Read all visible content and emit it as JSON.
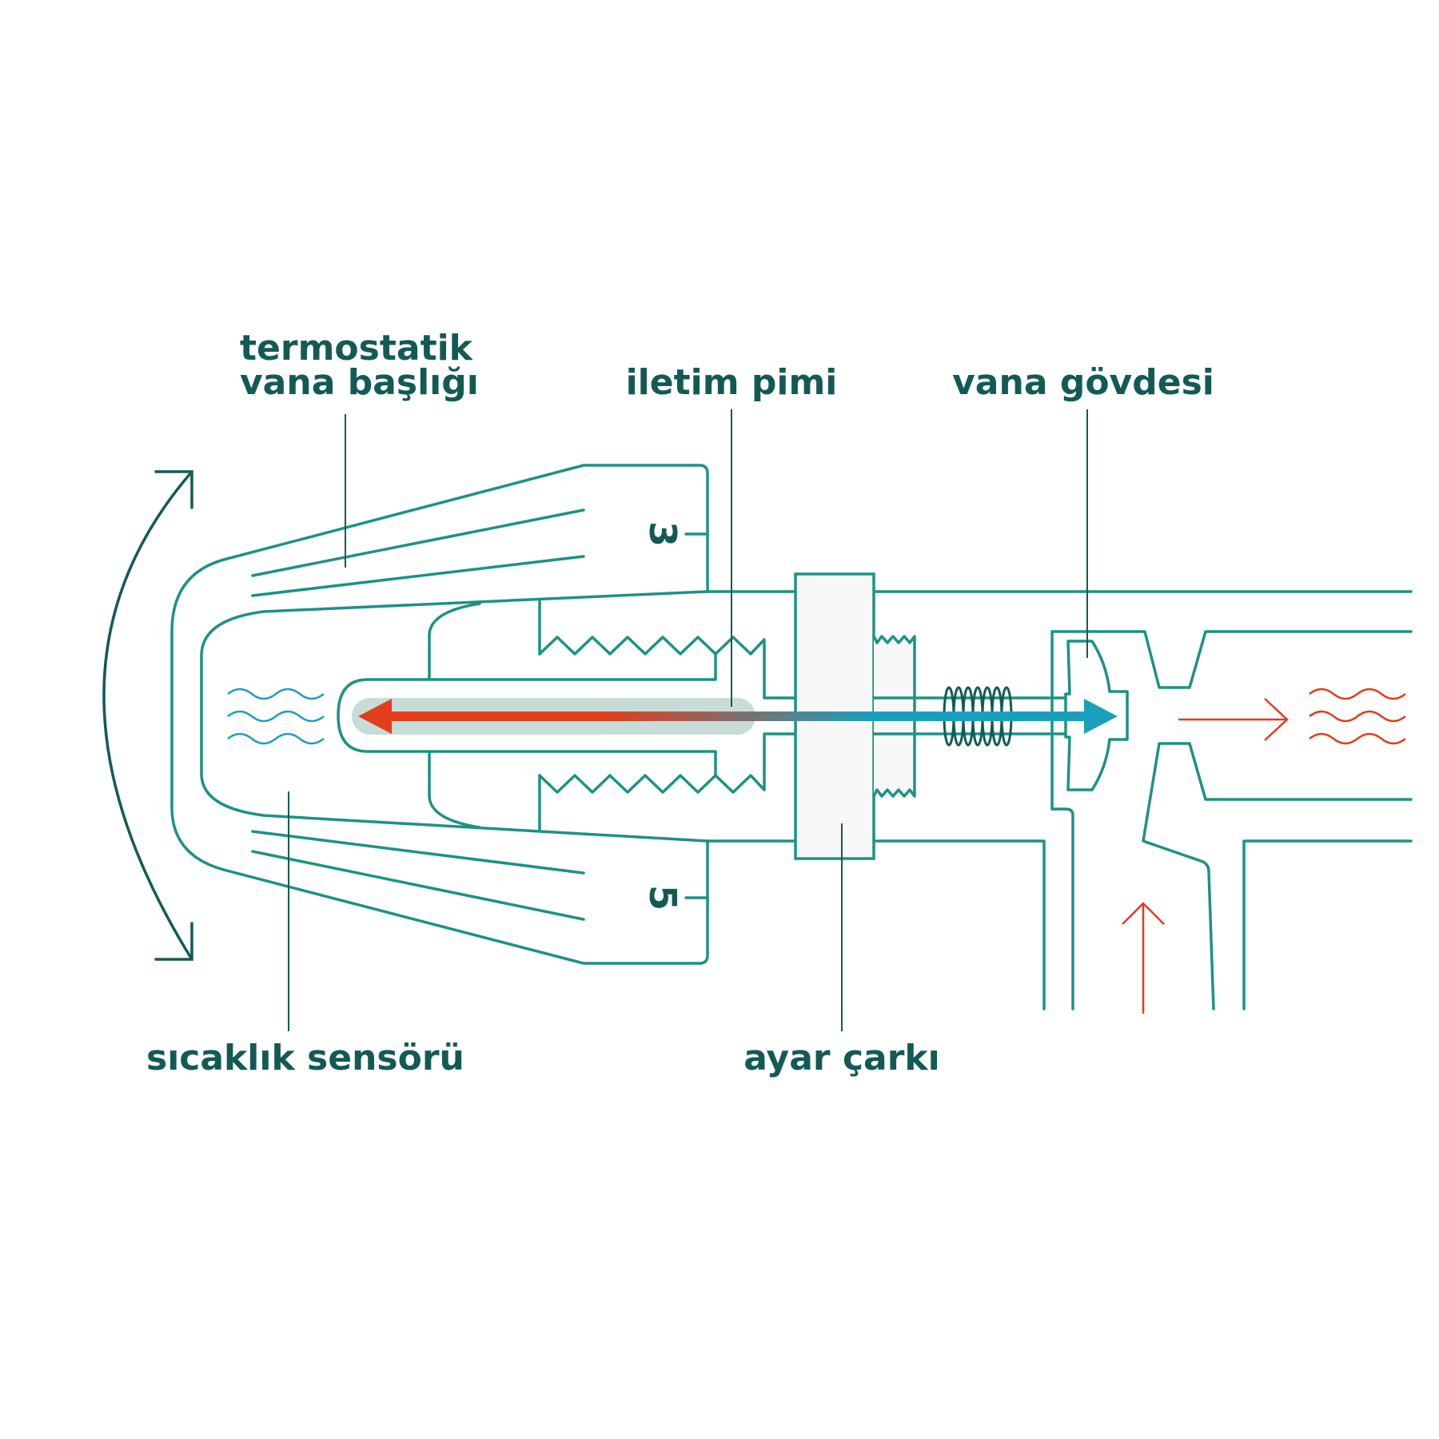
{
  "labels": {
    "valve_head_line1": "termostatik",
    "valve_head_line2": "vana başlığı",
    "transmission_pin": "iletim pimi",
    "valve_body": "vana gövdesi",
    "temperature_sensor": "sıcaklık sensörü",
    "adjustment_wheel": "ayar çarkı"
  },
  "scale": {
    "upper_mark": "3",
    "lower_mark": "5"
  },
  "colors": {
    "outline": "#1c9285",
    "text": "#135a55",
    "hot": "#e23d1c",
    "cold": "#1aa0bd",
    "sensor_fill": "#c7dcd6",
    "wheel_fill": "#f7f7f7"
  }
}
